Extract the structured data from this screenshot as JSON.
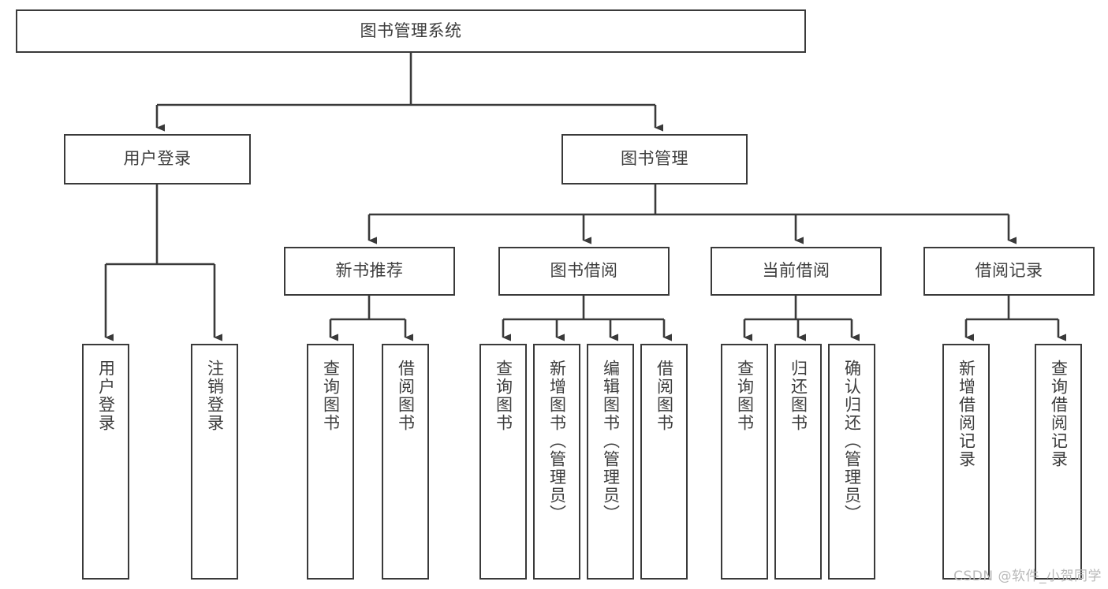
{
  "diagram": {
    "title": "图书管理系统",
    "type": "tree-hierarchy-chart",
    "root": {
      "label": "图书管理系统"
    },
    "level2": [
      {
        "label": "用户登录"
      },
      {
        "label": "图书管理"
      }
    ],
    "level3": [
      {
        "label": "新书推荐"
      },
      {
        "label": "图书借阅"
      },
      {
        "label": "当前借阅"
      },
      {
        "label": "借阅记录"
      }
    ],
    "leaves": {
      "user_login": [
        {
          "label": "用户登录"
        },
        {
          "label": "注销登录"
        }
      ],
      "new_book_recommend": [
        {
          "label": "查询图书"
        },
        {
          "label": "借阅图书"
        }
      ],
      "book_borrow": [
        {
          "label": "查询图书"
        },
        {
          "label": "新增图书（管理员）"
        },
        {
          "label": "编辑图书（管理员）"
        },
        {
          "label": "借阅图书"
        }
      ],
      "current_borrow": [
        {
          "label": "查询图书"
        },
        {
          "label": "归还图书"
        },
        {
          "label": "确认归还（管理员）"
        }
      ],
      "borrow_record": [
        {
          "label": "新增借阅记录"
        },
        {
          "label": "查询借阅记录"
        }
      ]
    }
  },
  "watermark": {
    "text": "CSDN @软件_小贺同学"
  },
  "colors": {
    "stroke": "#3a3a3a",
    "text": "#3d3d3d",
    "background": "#ffffff",
    "watermark": "#b9b9b9"
  }
}
